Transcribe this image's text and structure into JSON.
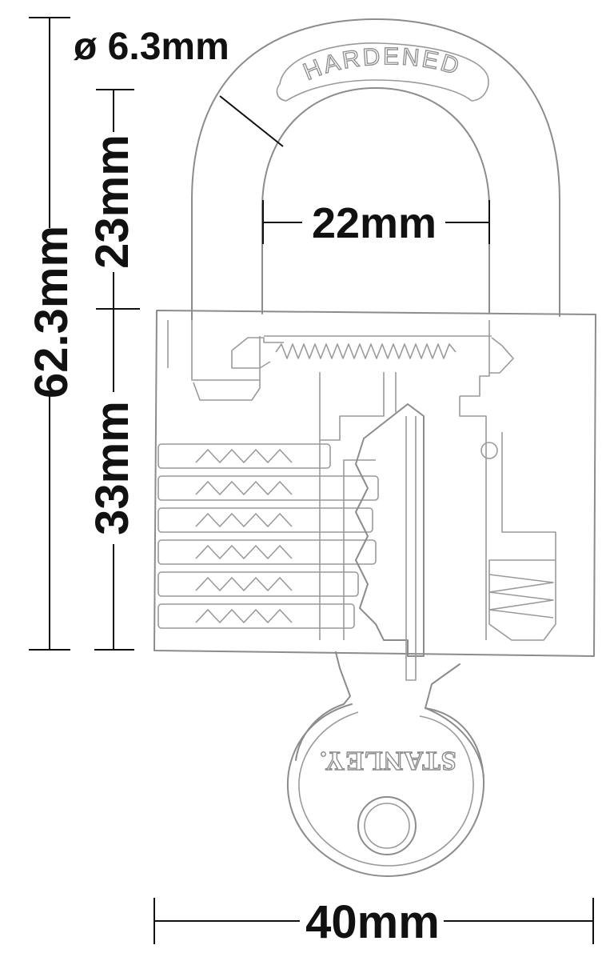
{
  "dimensions": {
    "shackle_diameter": "ø 6.3mm",
    "shackle_clearance_height": "23mm",
    "shackle_inner_width": "22mm",
    "total_height": "62.3mm",
    "body_height": "33mm",
    "body_width": "40mm"
  },
  "markings": {
    "shackle_engraving": "HARDENED",
    "key_brand": "STANLEY."
  },
  "colors": {
    "outline": "#8c8c8c",
    "dimension": "#111111",
    "background": "#ffffff"
  }
}
